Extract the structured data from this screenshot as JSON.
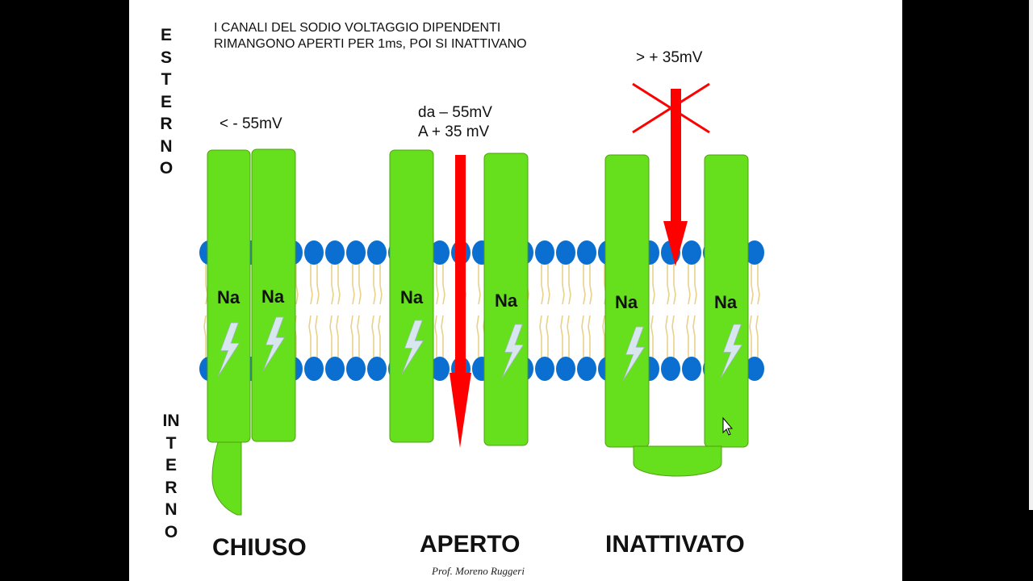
{
  "labels": {
    "outside": "ESTERNO",
    "inside": "INTERNO",
    "title_line1": "I CANALI DEL SODIO VOLTAGGIO DIPENDENTI",
    "title_line2": "RIMANGONO APERTI PER 1ms, POI SI INATTIVANO",
    "credit": "Prof. Moreno Ruggeri"
  },
  "states": [
    {
      "name": "CHIUSO",
      "voltage": "< - 55mV"
    },
    {
      "name": "APERTO",
      "voltage_line1": "da – 55mV",
      "voltage_line2": "A + 35 mV"
    },
    {
      "name": "INATTIVATO",
      "voltage": "> + 35mV"
    }
  ],
  "ion_label": "Na",
  "colors": {
    "channel": "#66e01c",
    "channel_stroke": "#4fa010",
    "phospholipid_head": "#0a6fd0",
    "phospholipid_tail": "#e8d28a",
    "arrow": "#ff0000",
    "lightning": "#d8e6ee"
  },
  "icons": [
    "lightning-icon",
    "arrow-down-icon",
    "cross-icon"
  ]
}
